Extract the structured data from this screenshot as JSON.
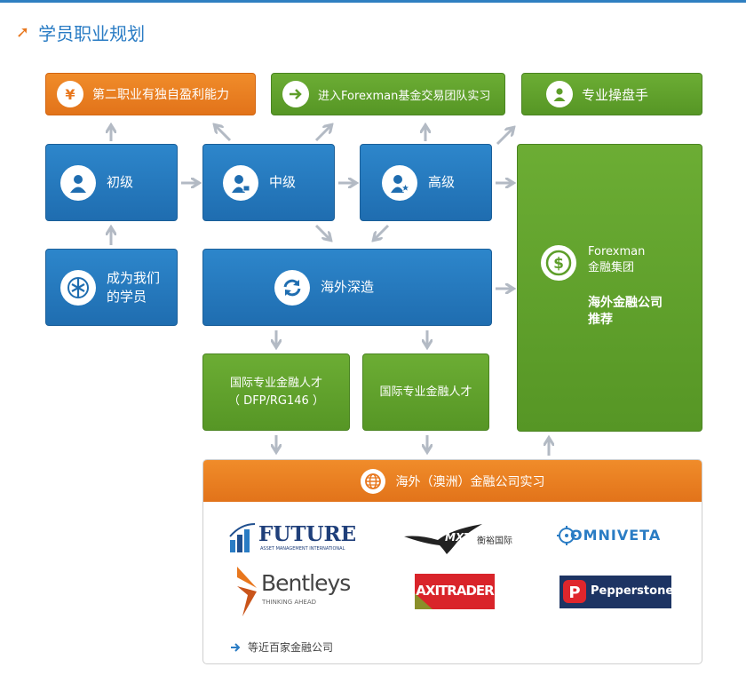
{
  "heading": {
    "title": "学员职业规划"
  },
  "top_goals": {
    "second_career": "第二职业有独自盈利能力",
    "fund_team": "进入Forexman基金交易团队实习",
    "pro_trader": "专业操盘手"
  },
  "levels": {
    "beginner": "初级",
    "intermediate": "中级",
    "advanced": "高级",
    "join": [
      "成为我们",
      "的学员"
    ]
  },
  "overseas": {
    "label": "海外深造"
  },
  "talents": {
    "dfp": [
      "国际专业金融人才",
      "（ DFP/RG146 ）"
    ],
    "plain": "国际专业金融人才"
  },
  "group": {
    "name_en": "Forexman",
    "name_cn": "金融集团",
    "recommend": [
      "海外金融公司",
      "推荐"
    ]
  },
  "internship": {
    "title": "海外（澳洲）金融公司实习",
    "footer": "等近百家金融公司"
  },
  "logos": {
    "future": {
      "name": "FUTURE",
      "sub": "ASSET MANAGEMENT INTERNATIONAL"
    },
    "mxt": {
      "name": "MXT",
      "cn": "衡裕国际"
    },
    "omniveta": {
      "name": "OMNIVETA"
    },
    "bentleys": {
      "name": "Bentleys",
      "sub": "THINKING AHEAD"
    },
    "axitrader": {
      "name": "AXITRADER"
    },
    "pepperstone": {
      "name": "Pepperstone"
    }
  },
  "colors": {
    "orange": "#e8771e",
    "green": "#5e9e2a",
    "blue": "#2277bb",
    "arrow": "#b3bac4",
    "heading": "#2a7cc4"
  }
}
